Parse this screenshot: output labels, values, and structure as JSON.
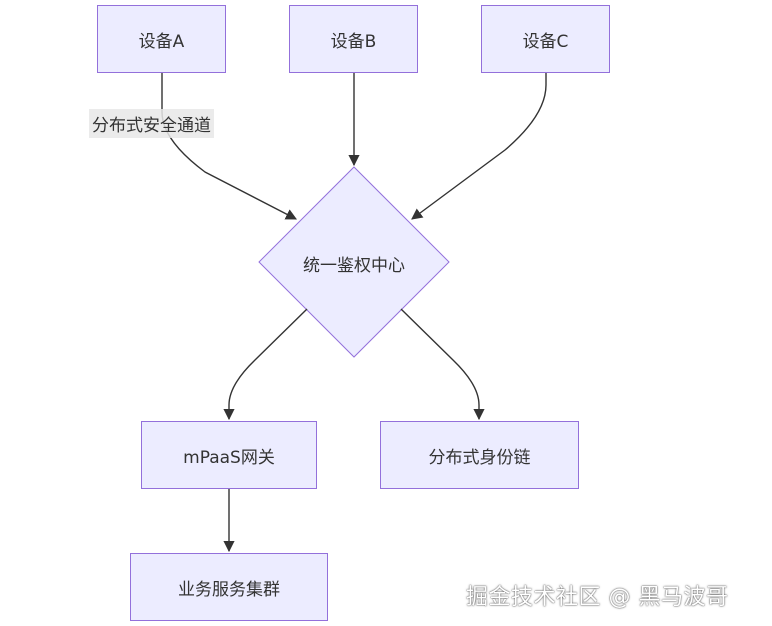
{
  "nodes": {
    "device_a": "设备A",
    "device_b": "设备B",
    "device_c": "设备C",
    "auth_center": "统一鉴权中心",
    "mpaas_gateway": "mPaaS网关",
    "distributed_identity_chain": "分布式身份链",
    "business_cluster": "业务服务集群"
  },
  "edges": {
    "device_a_to_auth_label": "分布式安全通道"
  },
  "watermark": "掘金技术社区 @ 黑马波哥",
  "colors": {
    "node_fill": "#ECECFF",
    "node_border": "#9370DB",
    "edge": "#333333",
    "text": "#333333",
    "edge_label_bg": "#E8E8E8"
  }
}
